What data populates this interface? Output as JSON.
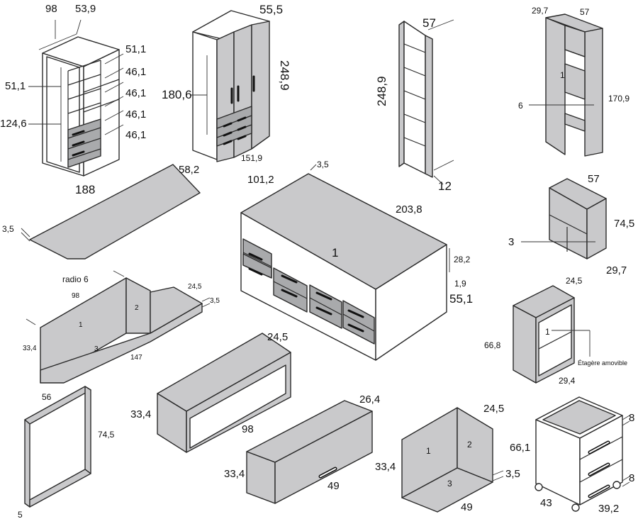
{
  "wardrobe_2door": {
    "top_left": "98",
    "top_right": "53,9",
    "shelf_h": [
      "51,1",
      "46,1",
      "46,1",
      "46,1",
      "46,1"
    ],
    "side_upper": "51,1",
    "side_lower": "124,6"
  },
  "wardrobe_3door": {
    "depth": "55,5",
    "width": "151,9",
    "height": "248,9",
    "inner_h": "180,6"
  },
  "side_panel": {
    "depth": "57",
    "height": "248,9",
    "thickness": "12"
  },
  "tall_shelf": {
    "depth": "29,7",
    "width": "57",
    "height": "170,9",
    "label_1": "1",
    "label_6": "6"
  },
  "desk_top": {
    "length": "188",
    "depth": "58,2",
    "thickness": "3,5",
    "radius": "radio 6"
  },
  "daybed": {
    "width": "101,2",
    "length": "203,8",
    "top_t": "3,5",
    "rail_h": "28,2",
    "rail_t": "1,9",
    "depth": "55,1",
    "label": "1"
  },
  "small_shelf": {
    "width": "57",
    "height": "74,5",
    "depth": "29,7",
    "label_3": "3"
  },
  "corner_shelf": {
    "len": "98",
    "right": "24,5",
    "right_t": "3,5",
    "height": "33,4",
    "bottom": "147",
    "l1": "1",
    "l2": "2",
    "l3": "3"
  },
  "shelf_24": {
    "top": "24,5"
  },
  "bookcase_small": {
    "height": "66,8",
    "width": "29,4",
    "label": "1",
    "removable": "Étagère amovible"
  },
  "frame": {
    "top": "56",
    "height": "74,5",
    "thick": "5"
  },
  "open_box": {
    "depth": "24,5",
    "height": "33,4",
    "width": "98"
  },
  "closed_box": {
    "depth": "26,4",
    "height_l": "33,4",
    "height_r": "33,4",
    "width": "49"
  },
  "corner_unit": {
    "depth": "24,5",
    "thick": "3,5",
    "width": "49",
    "l1": "1",
    "l2": "2",
    "l3": "3"
  },
  "drawer_unit": {
    "height": "66,1",
    "top": "8",
    "side": "8",
    "depth": "43",
    "width": "39,2"
  }
}
